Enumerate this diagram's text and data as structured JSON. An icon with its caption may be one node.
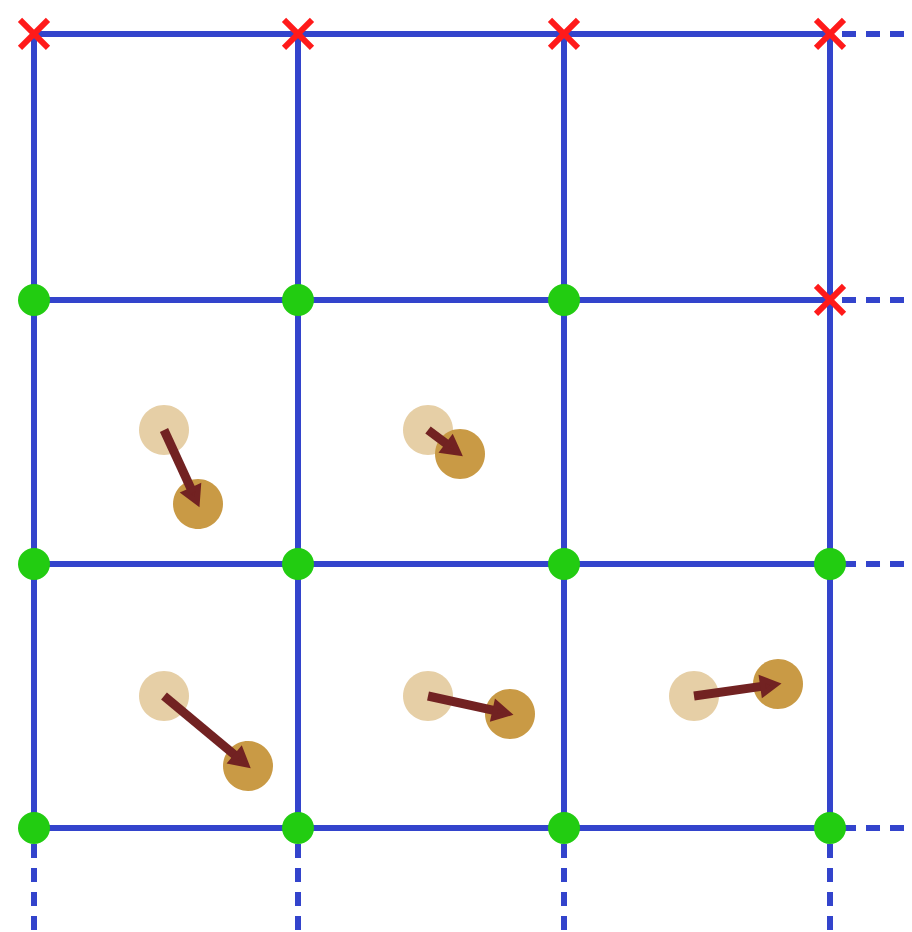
{
  "diagram": {
    "nodes": [
      {
        "text": [],
        "shape": "circle"
      },
      {
        "text": [],
        "shape": "circle"
      },
      {
        "text": [],
        "shape": "circle"
      },
      {
        "text": [],
        "shape": "circle"
      },
      {
        "text": [],
        "shape": "circle"
      },
      {
        "text": [],
        "shape": "circle"
      },
      {
        "text": [],
        "shape": "circle"
      },
      {
        "text": [],
        "shape": "circle"
      },
      {
        "text": [],
        "shape": "circle"
      },
      {
        "text": [],
        "shape": "circle"
      }
    ],
    "edges": [
      {
        "from": 0,
        "to": 1,
        "arrow": "to"
      },
      {
        "from": 2,
        "to": 3,
        "arrow": "to"
      },
      {
        "from": 4,
        "to": 5,
        "arrow": "to"
      },
      {
        "from": 6,
        "to": 7,
        "arrow": "to"
      },
      {
        "from": 8,
        "to": 9,
        "arrow": "to"
      }
    ]
  }
}
